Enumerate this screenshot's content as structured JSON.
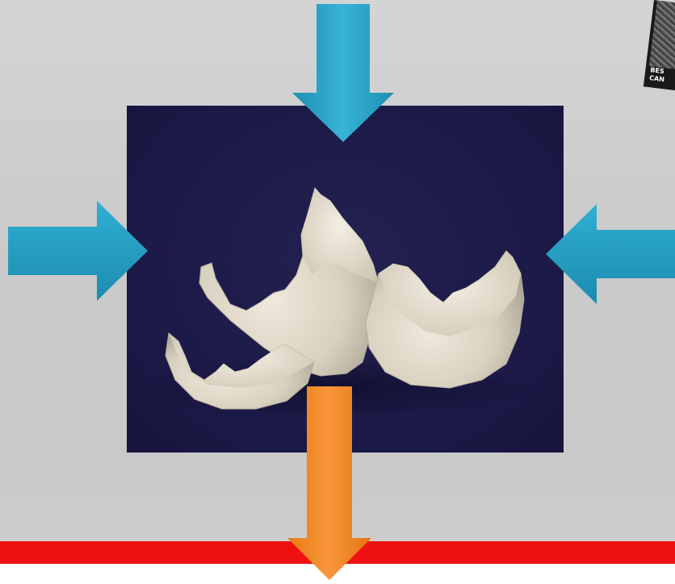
{
  "slide": {
    "colors": {
      "background": "#cfcfcf",
      "photo_background": "#1c1a48",
      "arrow_blue": "#2aa7c9",
      "arrow_orange": "#f08a24",
      "bar_red": "#ef1111"
    },
    "photo": {
      "subject": "broken-eggshell"
    },
    "arrows": [
      {
        "name": "arrow-top",
        "direction": "down",
        "color": "blue"
      },
      {
        "name": "arrow-left",
        "direction": "right",
        "color": "blue"
      },
      {
        "name": "arrow-right",
        "direction": "left",
        "color": "blue"
      },
      {
        "name": "arrow-bottom",
        "direction": "down",
        "color": "orange"
      }
    ],
    "thumbnail": {
      "line1": "BES",
      "line2": "CAN"
    }
  }
}
